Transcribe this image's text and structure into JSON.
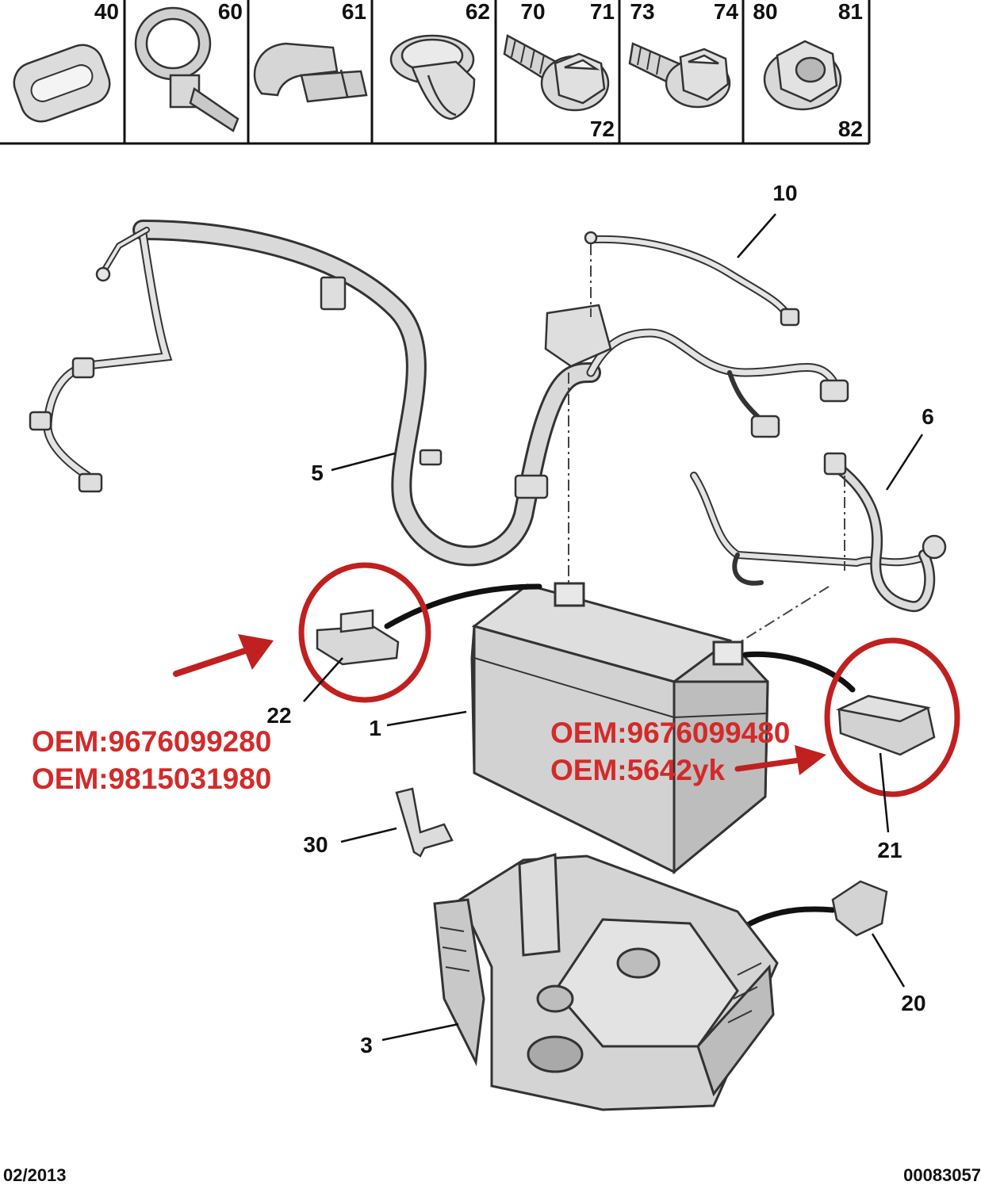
{
  "header_parts": [
    {
      "id": "part-40",
      "labels": [
        "40"
      ]
    },
    {
      "id": "part-60",
      "labels": [
        "60"
      ]
    },
    {
      "id": "part-61",
      "labels": [
        "61"
      ]
    },
    {
      "id": "part-62",
      "labels": [
        "62"
      ]
    },
    {
      "id": "part-70-72",
      "labels": [
        "70",
        "71",
        "72"
      ]
    },
    {
      "id": "part-73-74",
      "labels": [
        "73",
        "74"
      ]
    },
    {
      "id": "part-80-82",
      "labels": [
        "80",
        "81",
        "82"
      ]
    }
  ],
  "callouts": {
    "c1": "1",
    "c3": "3",
    "c5": "5",
    "c6": "6",
    "c10": "10",
    "c20": "20",
    "c21": "21",
    "c22": "22",
    "c30": "30"
  },
  "annotations": {
    "left_oem_1": "OEM:9676099280",
    "left_oem_2": "OEM:9815031980",
    "right_oem_1": "OEM:9676099480",
    "right_oem_2": "OEM:5642yk",
    "highlight_color": "#c0201f"
  },
  "footer": {
    "date": "02/2013",
    "reference": "00083057"
  }
}
